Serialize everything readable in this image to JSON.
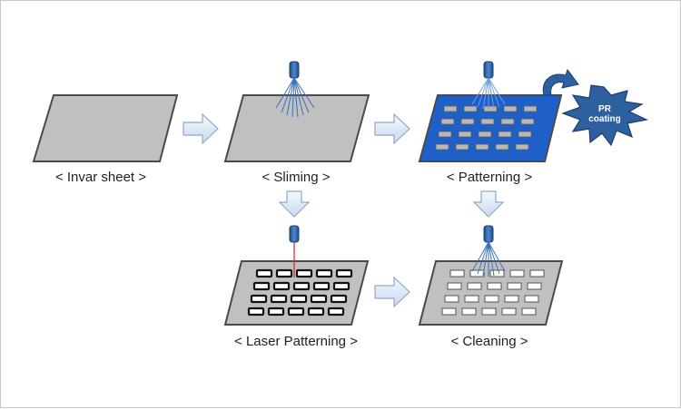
{
  "stages": {
    "invar_sheet": {
      "label": "< Invar sheet >"
    },
    "sliming": {
      "label": "< Sliming >"
    },
    "patterning": {
      "label": "< Patterning >"
    },
    "laser_patterning": {
      "label": "< Laser Patterning >"
    },
    "cleaning": {
      "label": "< Cleaning >"
    }
  },
  "pr_coating": {
    "line1": "PR",
    "line2": "coating"
  },
  "colors": {
    "sheet_gray": "#c0c0c0",
    "sheet_border": "#4a4a4a",
    "pr_blue": "#1f5fc8",
    "nozzle_blue": "#2a5aa0",
    "spray_blue": "#3b6fb8",
    "laser_red": "#e02020",
    "star_fill": "#2e5f9e",
    "arrow_fill": "#dfe9f6",
    "arrow_border": "#8fa9cc"
  }
}
